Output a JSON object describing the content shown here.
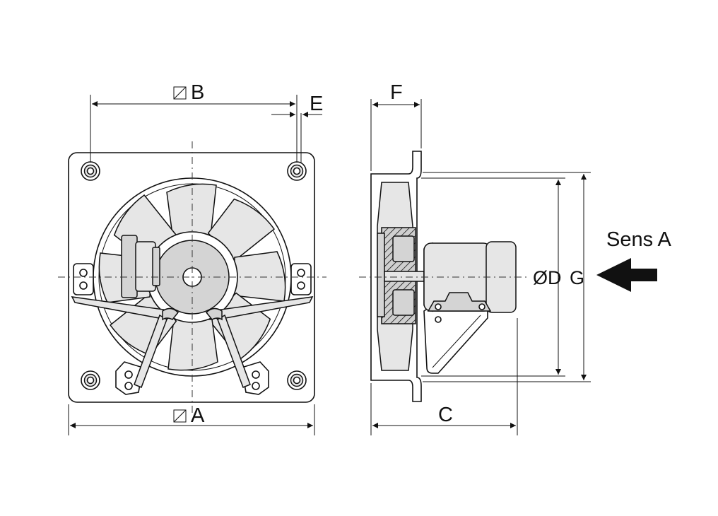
{
  "labels": {
    "dim_a": "A",
    "dim_b": "B",
    "dim_c": "C",
    "dim_d": "ØD",
    "dim_e": "E",
    "dim_f": "F",
    "dim_g": "G",
    "direction": "Sens A"
  },
  "colors": {
    "line": "#111111",
    "fill_light": "#e6e6e6",
    "fill_mid": "#d4d4d4",
    "background": "#ffffff"
  }
}
